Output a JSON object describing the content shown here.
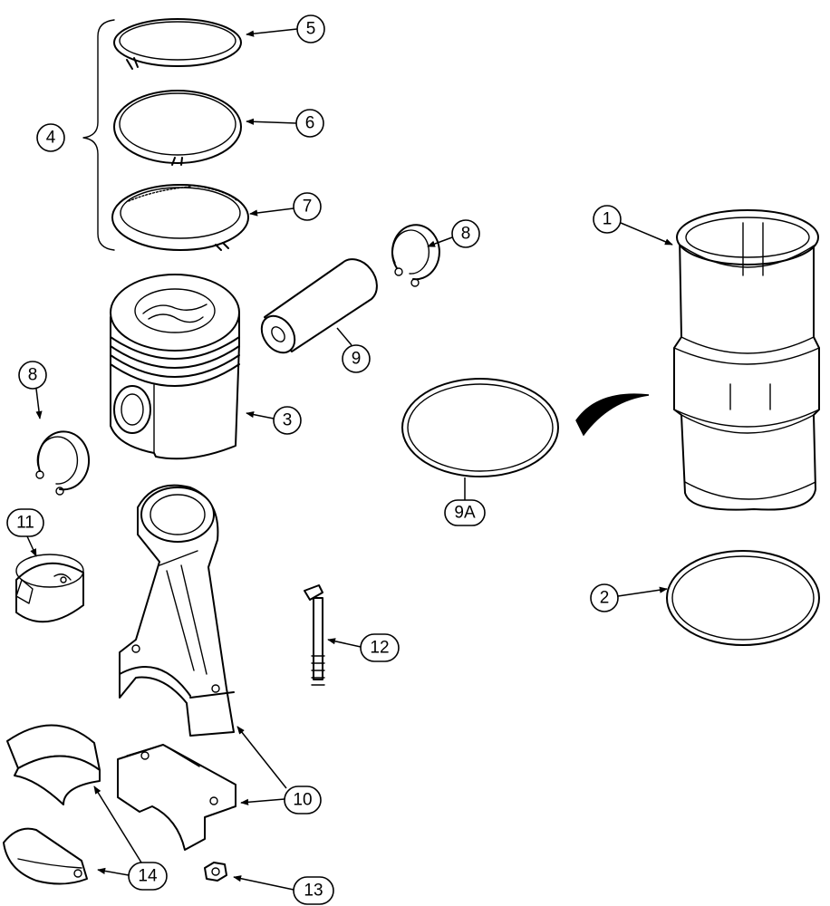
{
  "callouts": [
    {
      "id": "c1",
      "label": "1"
    },
    {
      "id": "c2",
      "label": "2"
    },
    {
      "id": "c3",
      "label": "3"
    },
    {
      "id": "c4",
      "label": "4"
    },
    {
      "id": "c5",
      "label": "5"
    },
    {
      "id": "c6",
      "label": "6"
    },
    {
      "id": "c7",
      "label": "7"
    },
    {
      "id": "c8a",
      "label": "8"
    },
    {
      "id": "c8b",
      "label": "8"
    },
    {
      "id": "c9",
      "label": "9"
    },
    {
      "id": "c9a",
      "label": "9A"
    },
    {
      "id": "c10",
      "label": "10"
    },
    {
      "id": "c11",
      "label": "11"
    },
    {
      "id": "c12",
      "label": "12"
    },
    {
      "id": "c13",
      "label": "13"
    },
    {
      "id": "c14",
      "label": "14"
    }
  ],
  "parts": [
    {
      "name": "cylinder-liner",
      "callout": "1"
    },
    {
      "name": "liner-seal-ring",
      "callout": "2"
    },
    {
      "name": "piston",
      "callout": "3"
    },
    {
      "name": "piston-ring-set",
      "callout": "4"
    },
    {
      "name": "top-compression-ring",
      "callout": "5"
    },
    {
      "name": "second-compression-ring",
      "callout": "6"
    },
    {
      "name": "oil-control-ring",
      "callout": "7"
    },
    {
      "name": "snap-ring",
      "callout": "8"
    },
    {
      "name": "piston-pin",
      "callout": "9"
    },
    {
      "name": "liner-o-ring",
      "callout": "9A"
    },
    {
      "name": "connecting-rod",
      "callout": "10"
    },
    {
      "name": "pin-bushing",
      "callout": "11"
    },
    {
      "name": "rod-bolt",
      "callout": "12"
    },
    {
      "name": "rod-nut",
      "callout": "13"
    },
    {
      "name": "rod-bearing",
      "callout": "14"
    }
  ],
  "colors": {
    "line": "#000000",
    "background": "#ffffff"
  }
}
